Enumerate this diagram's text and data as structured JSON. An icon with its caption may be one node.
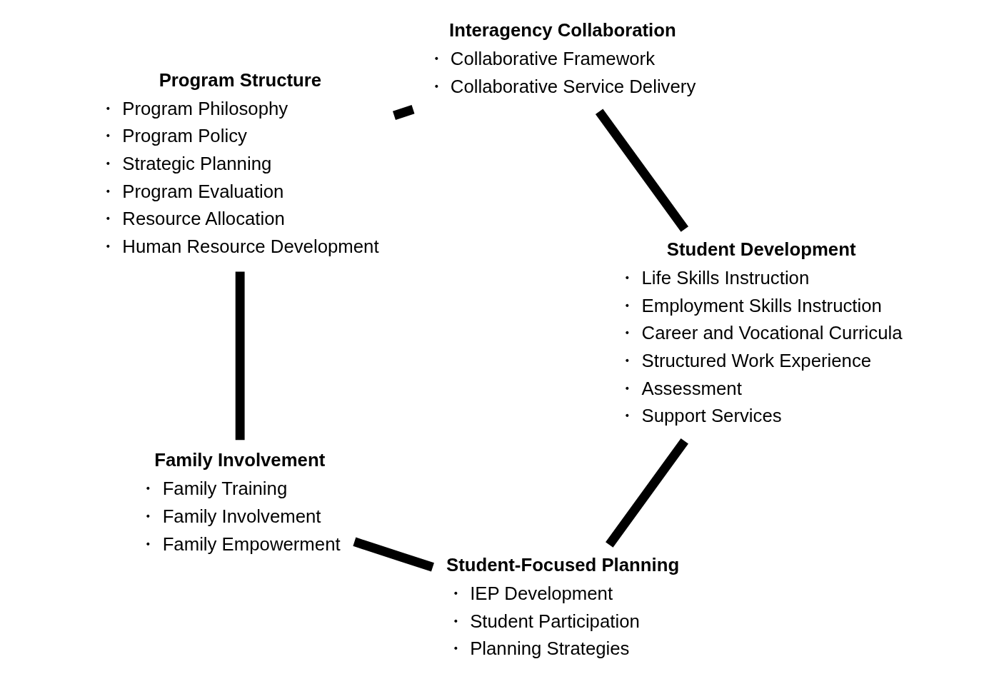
{
  "diagram": {
    "nodes": [
      {
        "text": [
          "Student-Focused Planning",
          "・ IEP Development",
          "・ Student Participation",
          "・ Planning Strategies"
        ]
      },
      {
        "text": [
          "Family Involvement",
          "・ Family Training",
          "・ Family Involvement",
          "・ Family Empowerment"
        ]
      },
      {
        "text": [
          "Program Structure",
          "・ Program Philosophy",
          "・ Program Policy",
          "・ Strategic Planning",
          "・ Program Evaluation",
          "・ Resource Allocation",
          "・ Human Resource Development"
        ]
      },
      {
        "text": [
          "Interagency Collaboration",
          "・ Collaborative Framework",
          "・ Collaborative Service Delivery"
        ]
      },
      {
        "text": [
          "Student Development",
          "・ Life Skills Instruction",
          "・ Employment Skills Instruction",
          "・ Career and Vocational Curricula",
          "・ Structured Work Experience",
          "・ Assessment",
          "・ Support Services"
        ]
      }
    ],
    "edges": [
      {
        "from": 0,
        "to": 1,
        "arrow": "none"
      },
      {
        "from": 1,
        "to": 2,
        "arrow": "none"
      },
      {
        "from": 2,
        "to": 3,
        "arrow": "none"
      },
      {
        "from": 3,
        "to": 4,
        "arrow": "none"
      },
      {
        "from": 4,
        "to": 0,
        "arrow": "none"
      }
    ]
  }
}
